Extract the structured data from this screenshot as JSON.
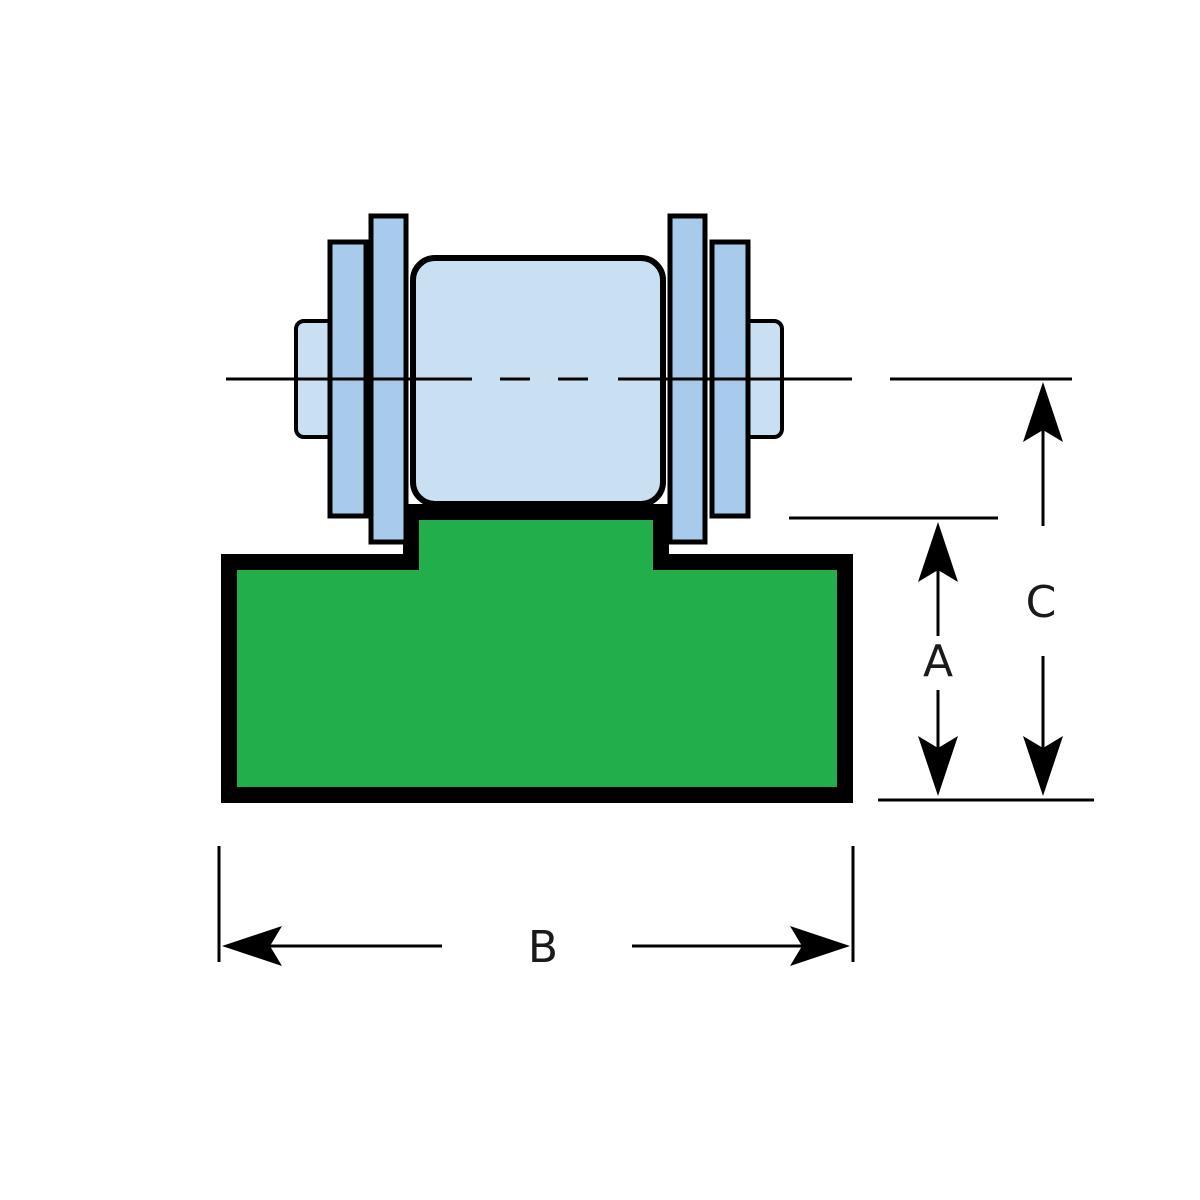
{
  "labels": {
    "dim_a": "A",
    "dim_b": "B",
    "dim_c": "C"
  },
  "colors": {
    "guide_fill": "#22ae4a",
    "roller_fill": "#c9e0f3",
    "plate_fill": "#a8cbec",
    "stroke": "#000000",
    "background": "#ffffff"
  },
  "icons": {
    "arrow_head": "arrow-icon"
  }
}
